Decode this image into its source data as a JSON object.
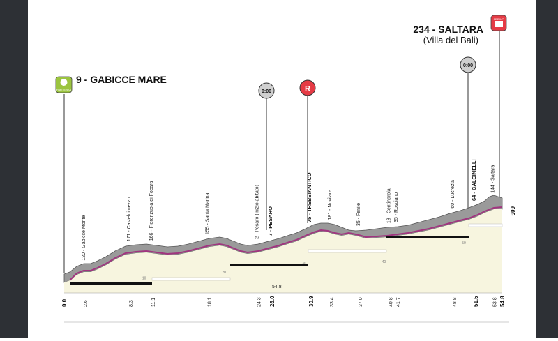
{
  "start": {
    "label": "9 - GABICCE MARE",
    "badge": "PARTENZA"
  },
  "finish": {
    "label": "234 - SALTARA",
    "sublabel": "(Villa del Bali)",
    "badge": "ARRIVO"
  },
  "markers": {
    "timecheck_symbol": "0:00",
    "feed_symbol": "R",
    "finish_elev": "605"
  },
  "colors": {
    "profile_fill": "#f7f5df",
    "profile_line": "#a0357f",
    "road_top": "#9a9a9a"
  },
  "waypoints": [
    {
      "label": "120 - Gabicce Monte",
      "km": 2.6
    },
    {
      "label": "171 - Casteldimezzo",
      "km": 8.3
    },
    {
      "label": "166 - Fiorenzuola di Focara",
      "km": 11.1
    },
    {
      "label": "155 - Santa Marina",
      "km": 18.1
    },
    {
      "label": "2 - Pesaro (inizio abitato)",
      "km": 24.3
    },
    {
      "label": "7 - PESARO",
      "km": 26.0,
      "bold": true
    },
    {
      "label": "75 - TREBBIANTICO",
      "km": 30.9,
      "bold": true
    },
    {
      "label": "181 - Novilara",
      "km": 33.4
    },
    {
      "label": "35 - Fenile",
      "km": 37.0
    },
    {
      "label": "18 - Centinarola",
      "km": 40.8
    },
    {
      "label": "35 - Rosciano",
      "km": 41.7
    },
    {
      "label": "60 - Lucrezia",
      "km": 48.8
    },
    {
      "label": "64 - CALCINELLI",
      "km": 51.5,
      "bold": true
    },
    {
      "label": "144 - Saltara",
      "km": 53.8
    }
  ],
  "km_labels": [
    "0.0",
    "2.6",
    "8.3",
    "11.1",
    "18.1",
    "24.3",
    "26.0",
    "30.9",
    "33.4",
    "37.0",
    "40.8",
    "41.7",
    "48.8",
    "51.5",
    "53.8",
    "54.8"
  ],
  "scale_marks": [
    "10",
    "20",
    "30",
    "40",
    "50"
  ],
  "total_label": "54.8"
}
